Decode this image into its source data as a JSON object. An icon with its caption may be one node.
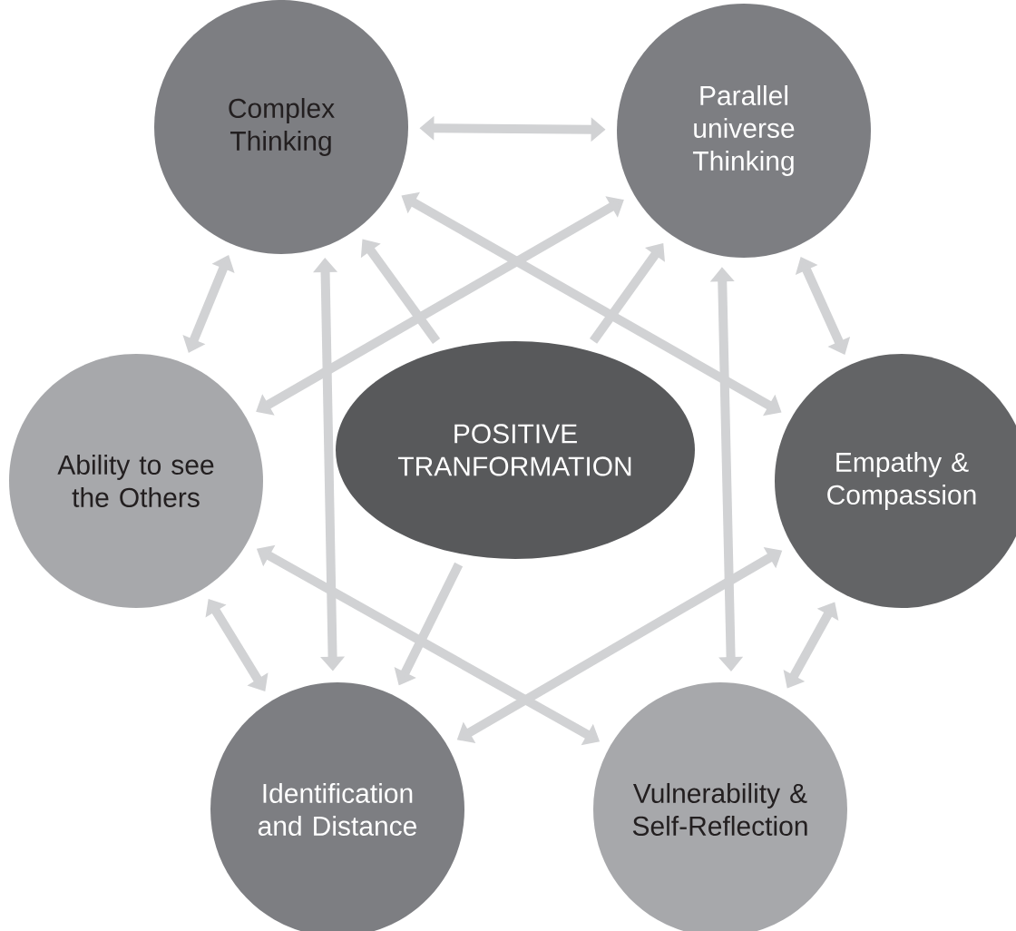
{
  "diagram": {
    "nodes": [
      {
        "text": [
          "Complex Thinking"
        ]
      },
      {
        "text": [
          "Parallel universe Thinking"
        ]
      },
      {
        "text": [
          "Ability to see the Others"
        ]
      },
      {
        "text": [
          "POSITIVE TRANFORMATION"
        ]
      },
      {
        "text": [
          "Empathy & Compassion"
        ]
      },
      {
        "text": [
          "Identification and Distance"
        ]
      },
      {
        "text": [
          "Vulnerability & Self-Reflection"
        ]
      }
    ],
    "edges": [
      {
        "from": 0,
        "to": 1,
        "arrow": "both"
      },
      {
        "from": 0,
        "to": 2,
        "arrow": "both"
      },
      {
        "from": 1,
        "to": 4,
        "arrow": "both"
      },
      {
        "from": 2,
        "to": 5,
        "arrow": "both"
      },
      {
        "from": 4,
        "to": 6,
        "arrow": "both"
      },
      {
        "from": 2,
        "to": 1,
        "arrow": "both"
      },
      {
        "from": 0,
        "to": 4,
        "arrow": "both"
      },
      {
        "from": 0,
        "to": 5,
        "arrow": "both"
      },
      {
        "from": 1,
        "to": 6,
        "arrow": "both"
      },
      {
        "from": 2,
        "to": 6,
        "arrow": "both"
      },
      {
        "from": 5,
        "to": 4,
        "arrow": "both"
      },
      {
        "from": 3,
        "to": 0,
        "arrow": "to"
      },
      {
        "from": 3,
        "to": 1,
        "arrow": "to"
      },
      {
        "from": 3,
        "to": 5,
        "arrow": "to"
      }
    ]
  }
}
